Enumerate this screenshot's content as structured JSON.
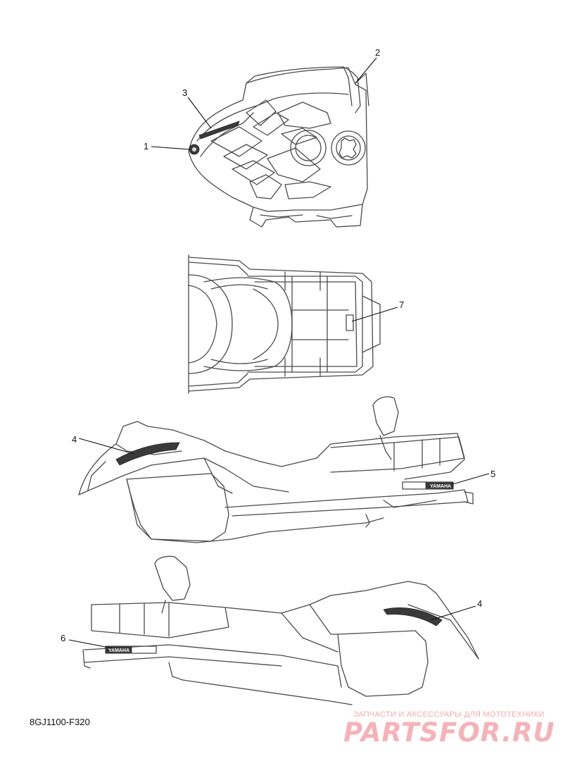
{
  "diagram_code": "8GJ1100-F320",
  "callouts": {
    "c1": "1",
    "c2": "2",
    "c3": "3",
    "c4a": "4",
    "c4b": "4",
    "c5": "5",
    "c6": "6",
    "c7": "7"
  },
  "decals": {
    "yamaha_side_right": "YAMAHA",
    "yamaha_side_left": "YAMAHA"
  },
  "watermark": {
    "tagline": "ЗАПЧАСТИ И АКСЕССУАРЫ ДЛЯ МОТОТЕХНИКИ",
    "brand": "PARTSFOR.RU"
  }
}
